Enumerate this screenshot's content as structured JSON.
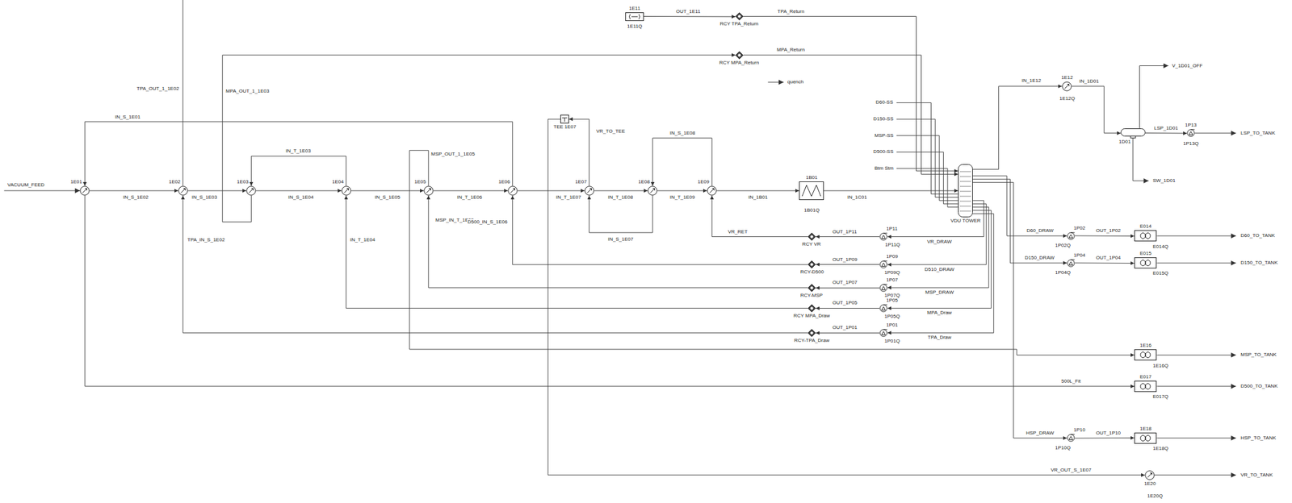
{
  "diagram": {
    "nodes": [
      {
        "text": [
          "1E01"
        ]
      },
      {
        "text": [
          "1E02"
        ]
      },
      {
        "text": [
          "1E03"
        ]
      },
      {
        "text": [
          "1E04"
        ]
      },
      {
        "text": [
          "1E05"
        ]
      },
      {
        "text": [
          "1E06"
        ]
      },
      {
        "text": [
          "1E07"
        ]
      },
      {
        "text": [
          "1E08"
        ]
      },
      {
        "text": [
          "1E09"
        ]
      },
      {
        "text": [
          "1B01"
        ]
      },
      {
        "text": [
          "VDU TOWER"
        ]
      },
      {
        "text": [
          "TEE 1E07"
        ]
      },
      {
        "text": [
          "RCY VR"
        ]
      },
      {
        "text": [
          "RCY-D500"
        ]
      },
      {
        "text": [
          "RCY-MSP"
        ]
      },
      {
        "text": [
          "RCY MPA_Draw"
        ]
      },
      {
        "text": [
          "RCY-TPA_Draw"
        ]
      },
      {
        "text": [
          "1P11"
        ]
      },
      {
        "text": [
          "1P09"
        ]
      },
      {
        "text": [
          "1P07"
        ]
      },
      {
        "text": [
          "1P05"
        ]
      },
      {
        "text": [
          "1P01"
        ]
      },
      {
        "text": [
          "RCY TPA_Return"
        ]
      },
      {
        "text": [
          "RCY MPA_Return"
        ]
      },
      {
        "text": [
          "1E11"
        ]
      },
      {
        "text": [
          "1E12"
        ]
      },
      {
        "text": [
          "1D01"
        ]
      },
      {
        "text": [
          "1P13"
        ]
      },
      {
        "text": [
          "1P02"
        ]
      },
      {
        "text": [
          "E014"
        ]
      },
      {
        "text": [
          "1P04"
        ]
      },
      {
        "text": [
          "E015"
        ]
      },
      {
        "text": [
          "1E16"
        ]
      },
      {
        "text": [
          "E017"
        ]
      },
      {
        "text": [
          "1P10"
        ]
      },
      {
        "text": [
          "1E18"
        ]
      },
      {
        "text": [
          "1E20"
        ]
      }
    ],
    "edges": [
      {
        "from": 0,
        "to": 1,
        "arrow": "to",
        "label": "IN_S_1E02"
      },
      {
        "from": 1,
        "to": 2,
        "arrow": "to",
        "label": "IN_S_1E03"
      },
      {
        "from": 2,
        "to": 3,
        "arrow": "to",
        "label": "IN_S_1E04"
      },
      {
        "from": 3,
        "to": 4,
        "arrow": "to",
        "label": "IN_S_1E05"
      },
      {
        "from": 4,
        "to": 5,
        "arrow": "to",
        "label": "IN_T_1E06"
      },
      {
        "from": 5,
        "to": 6,
        "arrow": "to",
        "label": "IN_T_1E07"
      },
      {
        "from": 6,
        "to": 7,
        "arrow": "to",
        "label": "IN_T_1E08"
      },
      {
        "from": 7,
        "to": 8,
        "arrow": "to",
        "label": "IN_T_1E09"
      },
      {
        "from": 8,
        "to": 9,
        "arrow": "to",
        "label": "IN_1B01"
      },
      {
        "from": 9,
        "to": 10,
        "arrow": "to",
        "label": "IN_1C01"
      },
      {
        "from": 16,
        "to": 1,
        "arrow": "to",
        "label": "TPA_IN_S_1E02"
      },
      {
        "from": 15,
        "to": 3,
        "arrow": "to",
        "label": "IN_T_1E04"
      },
      {
        "from": 3,
        "to": 2,
        "arrow": "to",
        "label": "IN_T_1E03"
      },
      {
        "from": 2,
        "to": 23,
        "arrow": "to",
        "label": "MPA_OUT_1_1E03"
      },
      {
        "from": 23,
        "to": 10,
        "arrow": "to",
        "label": "MPA_Return"
      },
      {
        "from": 22,
        "to": 10,
        "arrow": "to",
        "label": "TPA_Return"
      },
      {
        "from": 24,
        "to": 22,
        "arrow": "to",
        "label": "OUT_1E11"
      },
      {
        "from": 14,
        "to": 4,
        "arrow": "to",
        "label": "MSP_IN_T_1E05"
      },
      {
        "from": 4,
        "to": 32,
        "arrow": "to",
        "label": "MSP_OUT_1_1E05"
      },
      {
        "from": 13,
        "to": 5,
        "arrow": "to",
        "label": "D500_IN_S_1E06"
      },
      {
        "from": 5,
        "to": 0,
        "arrow": "to",
        "label": "IN_S_1E01"
      },
      {
        "from": 0,
        "to": 33,
        "arrow": "to",
        "label": "500L_Fit"
      },
      {
        "from": 12,
        "to": 8,
        "arrow": "to",
        "label": "VR_RET"
      },
      {
        "from": 8,
        "to": 7,
        "arrow": "to",
        "label": "IN_S_1E08"
      },
      {
        "from": 7,
        "to": 6,
        "arrow": "to",
        "label": "IN_S_1E07"
      },
      {
        "from": 6,
        "to": 11,
        "arrow": "to",
        "label": "VR_TO_TEE"
      },
      {
        "from": 11,
        "to": 36,
        "arrow": "to",
        "label": "VR_OUT_S_1E07"
      },
      {
        "from": 17,
        "to": 12,
        "arrow": "to",
        "label": "OUT_1P11"
      },
      {
        "from": 18,
        "to": 13,
        "arrow": "to",
        "label": "OUT_1P09"
      },
      {
        "from": 19,
        "to": 14,
        "arrow": "to",
        "label": "OUT_1P07"
      },
      {
        "from": 20,
        "to": 15,
        "arrow": "to",
        "label": "OUT_1P05"
      },
      {
        "from": 21,
        "to": 16,
        "arrow": "to",
        "label": "OUT_1P01"
      },
      {
        "from": 10,
        "to": 17,
        "arrow": "to",
        "label": "VR_DRAW"
      },
      {
        "from": 10,
        "to": 18,
        "arrow": "to",
        "label": "D510_DRAW"
      },
      {
        "from": 10,
        "to": 19,
        "arrow": "to",
        "label": "MSP_DRAW"
      },
      {
        "from": 10,
        "to": 20,
        "arrow": "to",
        "label": "MPA_Draw"
      },
      {
        "from": 10,
        "to": 21,
        "arrow": "to",
        "label": "TPA_Draw"
      },
      {
        "from": 10,
        "to": 25,
        "arrow": "to",
        "label": "IN_1E12"
      },
      {
        "from": 25,
        "to": 26,
        "arrow": "to",
        "label": "IN_1D01"
      },
      {
        "from": 26,
        "to": 27,
        "arrow": "to",
        "label": "LSP_1D01"
      },
      {
        "from": 10,
        "to": 28,
        "arrow": "to",
        "label": "D60_DRAW"
      },
      {
        "from": 28,
        "to": 29,
        "arrow": "to",
        "label": "OUT_1P02"
      },
      {
        "from": 10,
        "to": 30,
        "arrow": "to",
        "label": "D150_DRAW"
      },
      {
        "from": 30,
        "to": 31,
        "arrow": "to",
        "label": "OUT_1P04"
      },
      {
        "from": 10,
        "to": 34,
        "arrow": "to",
        "label": "HSP_DRAW"
      },
      {
        "from": 34,
        "to": 35,
        "arrow": "to",
        "label": "OUT_1P10"
      }
    ],
    "labels": [
      "VACUUM_FEED",
      "TPA_OUT_1_1E02",
      "D60-SS",
      "D150-SS",
      "MSP-SS",
      "D500-SS",
      "Btm Stm",
      "quench",
      "1E11Q",
      "1B01Q",
      "1P11Q",
      "1P09Q",
      "1P07Q",
      "1P05Q",
      "1P01Q",
      "1E12Q",
      "V_1D01_OFF",
      "LSP_TO_TANK",
      "1P13Q",
      "SW_1D01",
      "1P02Q",
      "E014Q",
      "D60_TO_TANK",
      "1P04Q",
      "E015Q",
      "D150_TO_TANK",
      "MSP_TO_TANK",
      "1E16Q",
      "D500_TO_TANK",
      "E017Q",
      "1P10Q",
      "1E18Q",
      "HSP_TO_TANK",
      "VR_TO_TANK",
      "1E20Q"
    ]
  }
}
